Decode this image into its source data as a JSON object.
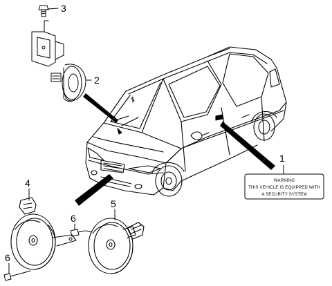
{
  "callouts": {
    "c1": "1",
    "c2": "2",
    "c3": "3",
    "c4": "4",
    "c5": "5",
    "c6a": "6",
    "c6b": "6"
  },
  "warning_label": {
    "line1": "WARNING",
    "line2": "THIS VEHICLE IS EQUIPPED WITH",
    "line3": "A SECURITY SYSTEM"
  }
}
